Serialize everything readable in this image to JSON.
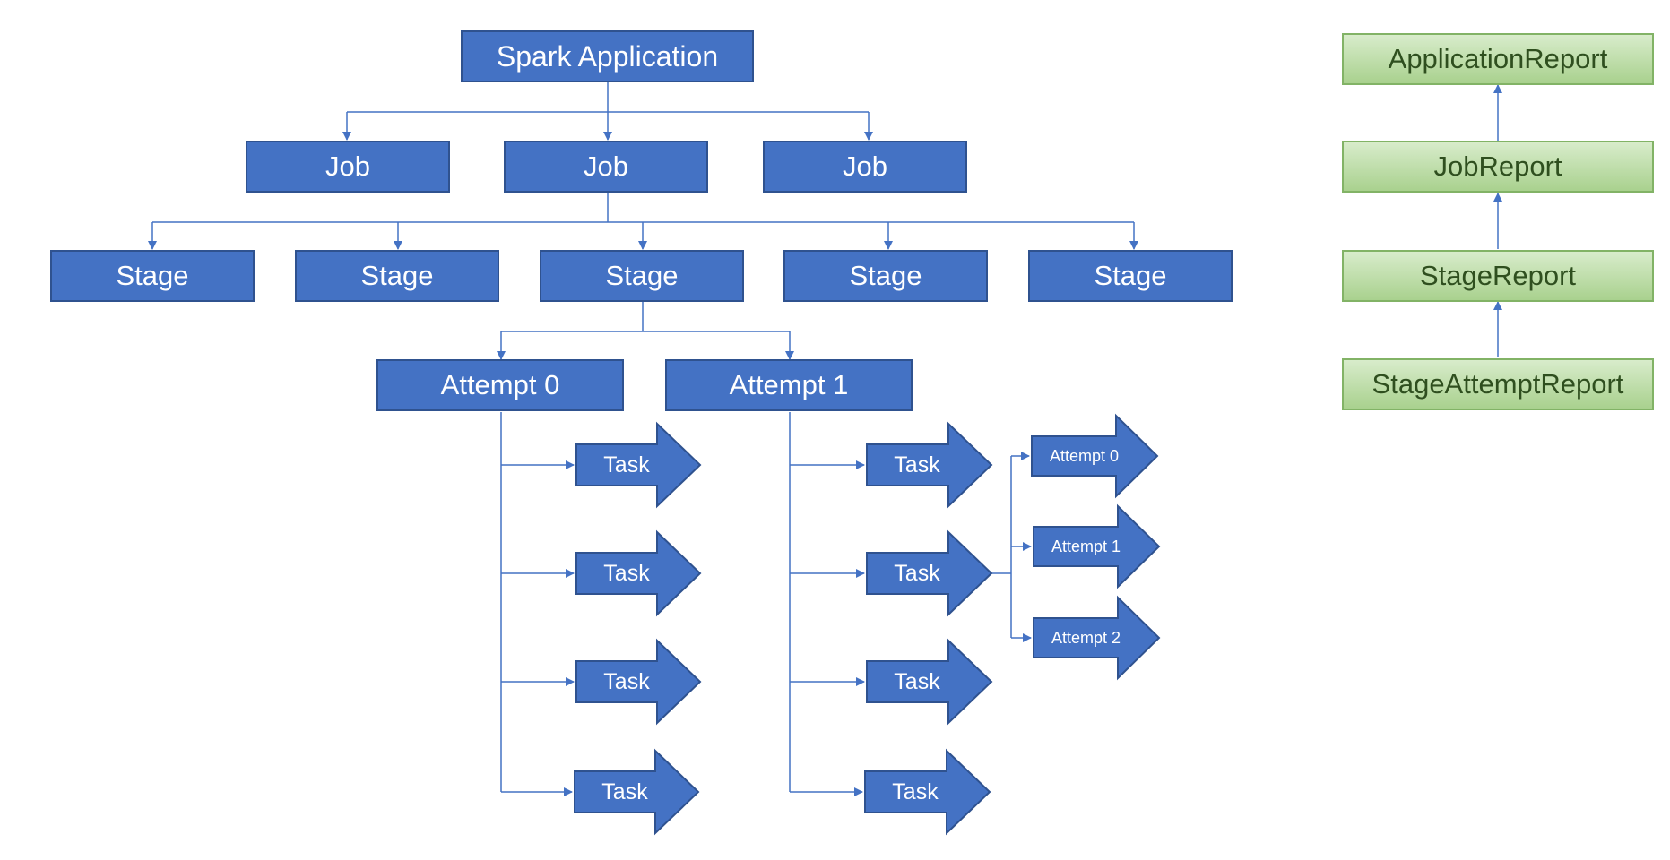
{
  "diagram": {
    "root": "Spark Application",
    "jobs": [
      "Job",
      "Job",
      "Job"
    ],
    "stages": [
      "Stage",
      "Stage",
      "Stage",
      "Stage",
      "Stage"
    ],
    "attempts": [
      "Attempt 0",
      "Attempt 1"
    ],
    "attempt0_tasks": [
      "Task",
      "Task",
      "Task",
      "Task"
    ],
    "attempt1_tasks": [
      "Task",
      "Task",
      "Task",
      "Task"
    ],
    "task_attempts": [
      "Attempt 0",
      "Attempt 1",
      "Attempt 2"
    ]
  },
  "reports": [
    "ApplicationReport",
    "JobReport",
    "StageReport",
    "StageAttemptReport"
  ],
  "colors": {
    "node_fill": "#4472c4",
    "node_border": "#2f528f",
    "connector": "#4472c4",
    "report_fill_top": "#d8eccb",
    "report_fill_bottom": "#a9d18e",
    "report_border": "#82b366",
    "report_text": "#2f4f1f"
  }
}
